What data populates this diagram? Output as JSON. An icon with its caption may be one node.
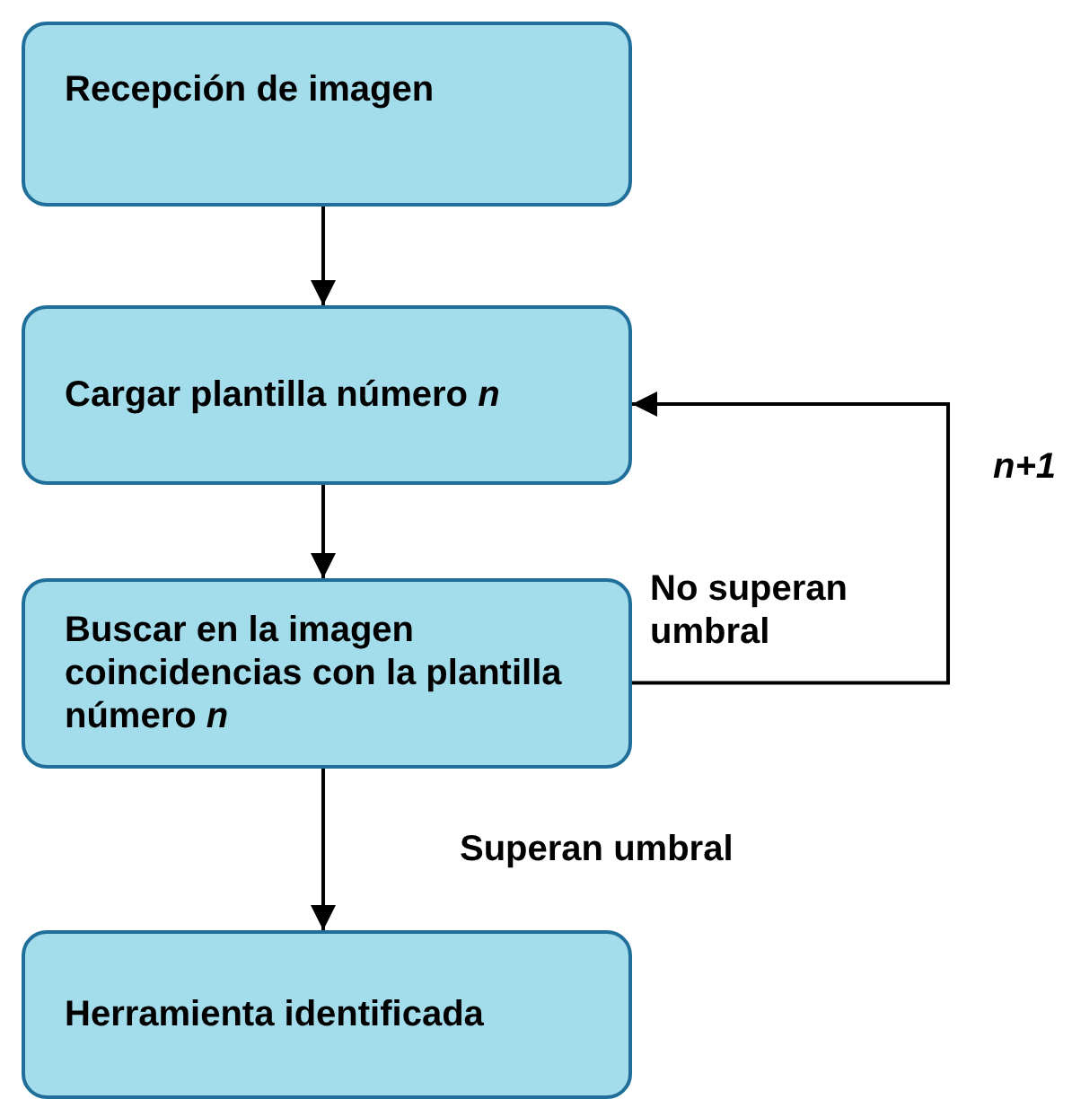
{
  "diagram": {
    "nodes": [
      {
        "text": [
          "Recepción de imagen"
        ]
      },
      {
        "text": [
          "Cargar plantilla número *n*"
        ]
      },
      {
        "text": [
          "Buscar en la imagen coincidencias con la plantilla número *n*"
        ]
      },
      {
        "text": [
          "Herramienta identificada"
        ]
      }
    ],
    "edges": [
      {
        "from": 0,
        "to": 1,
        "arrow": "to"
      },
      {
        "from": 1,
        "to": 2,
        "arrow": "to"
      },
      {
        "from": 2,
        "to": 3,
        "arrow": "to",
        "label": "Superan umbral"
      },
      {
        "from": 2,
        "to": 1,
        "arrow": "to",
        "label": "No superan umbral"
      }
    ],
    "labels": [
      "*n*+1"
    ]
  }
}
